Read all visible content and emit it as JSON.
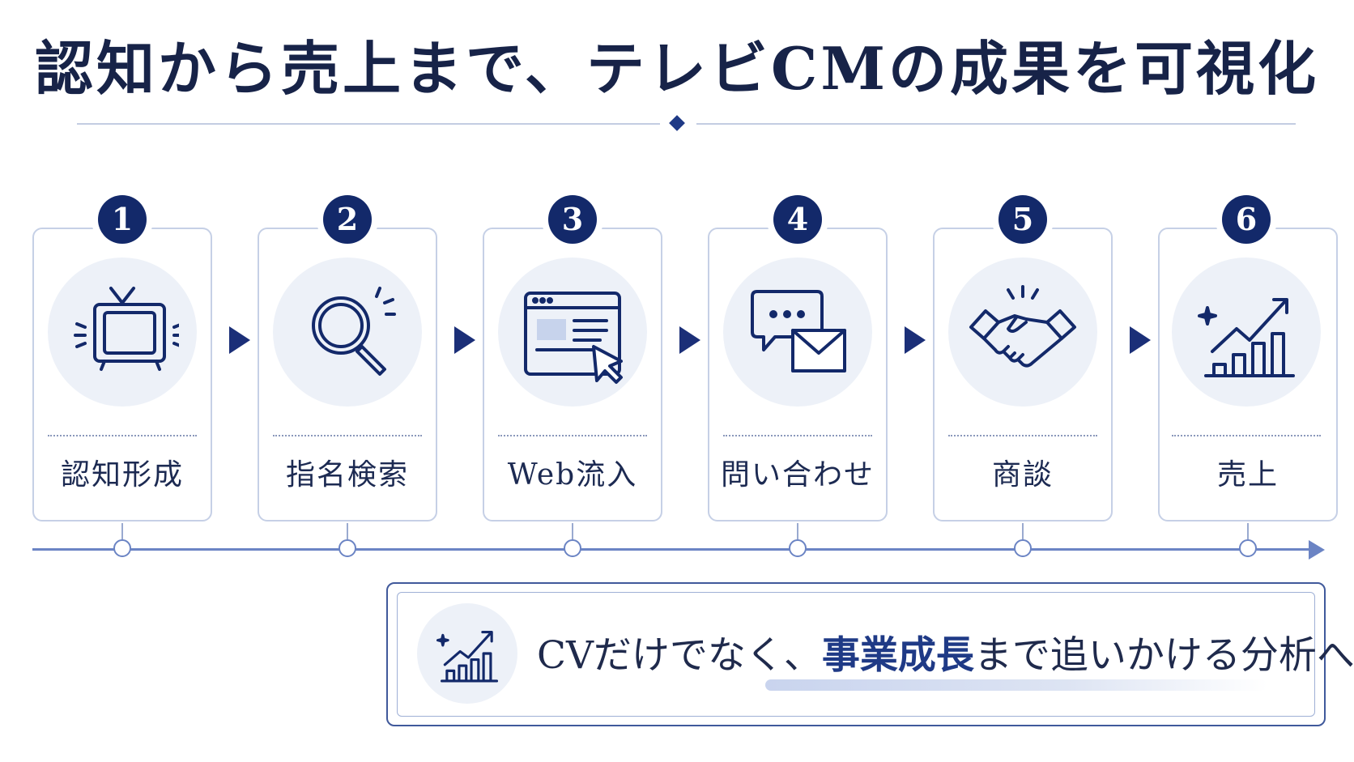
{
  "title": "認知から売上まで、テレビCMの成果を可視化",
  "steps": [
    {
      "number": "1",
      "label": "認知形成",
      "icon": "tv-icon"
    },
    {
      "number": "2",
      "label": "指名検索",
      "icon": "magnifier-icon"
    },
    {
      "number": "3",
      "label": "Web流入",
      "icon": "browser-cursor-icon"
    },
    {
      "number": "4",
      "label": "問い合わせ",
      "icon": "chat-mail-icon"
    },
    {
      "number": "5",
      "label": "商談",
      "icon": "handshake-icon"
    },
    {
      "number": "6",
      "label": "売上",
      "icon": "growth-chart-icon"
    }
  ],
  "callout": {
    "text_before": "CVだけでなく、",
    "text_emphasis": "事業成長",
    "text_after": "まで追いかける分析へ。",
    "icon": "growth-chart-icon"
  },
  "colors": {
    "navy": "#13296a",
    "accent": "#1f3a86",
    "line": "#6b84c4",
    "icon_bg": "#edf1f8"
  }
}
